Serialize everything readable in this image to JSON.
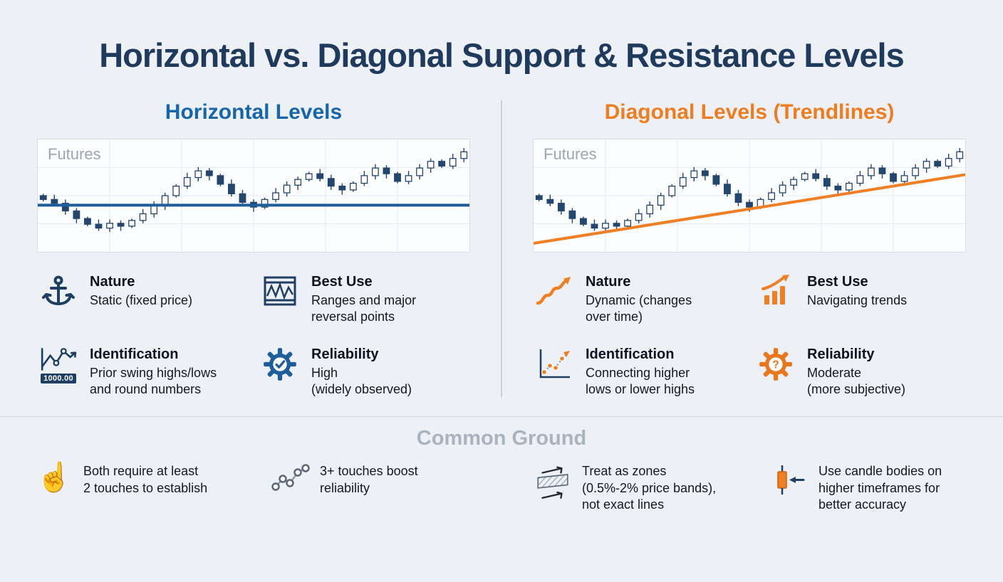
{
  "title": "Horizontal vs. Diagonal Support & Resistance Levels",
  "colors": {
    "navy": "#1e3e63",
    "blue": "#1d5d9b",
    "orange": "#f07e22",
    "header_blue": "#1766ab",
    "header_orange": "#ef7d1f"
  },
  "left": {
    "heading": "Horizontal Levels",
    "features": [
      {
        "icon": "anchor-icon",
        "title": "Nature",
        "desc": "Static (fixed price)"
      },
      {
        "icon": "range-chart-icon",
        "title": "Best Use",
        "desc": "Ranges and major\nreversal points"
      },
      {
        "icon": "swing-levels-icon",
        "icon_label": "1000.00",
        "title": "Identification",
        "desc": "Prior swing highs/lows\nand round numbers"
      },
      {
        "icon": "gear-check-icon",
        "title": "Reliability",
        "desc": "High\n(widely observed)"
      }
    ]
  },
  "right": {
    "heading": "Diagonal Levels (Trendlines)",
    "features": [
      {
        "icon": "trend-arrow-icon",
        "title": "Nature",
        "desc": "Dynamic (changes\nover time)"
      },
      {
        "icon": "bars-arrow-icon",
        "title": "Best Use",
        "desc": "Navigating trends"
      },
      {
        "icon": "dotted-chart-icon",
        "title": "Identification",
        "desc": "Connecting higher\nlows or lower highs"
      },
      {
        "icon": "gear-question-icon",
        "icon_symbol": "?",
        "title": "Reliability",
        "desc": "Moderate\n(more subjective)"
      }
    ]
  },
  "common": {
    "heading": "Common Ground",
    "items": [
      {
        "icon": "tap-hand-icon",
        "glyph": "☝",
        "text": "Both require at least\n2 touches to establish"
      },
      {
        "icon": "touch-points-icon",
        "text": "3+ touches boost\nreliability"
      },
      {
        "icon": "zone-band-icon",
        "text": "Treat as zones\n(0.5%-2% price bands),\nnot exact lines"
      },
      {
        "icon": "candle-body-icon",
        "text": "Use candle bodies on\nhigher timeframes for\nbetter accuracy"
      }
    ]
  },
  "chart_data": [
    {
      "type": "candlestick",
      "panel": "left",
      "label": "Futures",
      "ylim": [
        0,
        100
      ],
      "closes": [
        46,
        42,
        34,
        26,
        20,
        16,
        21,
        18,
        24,
        31,
        40,
        50,
        60,
        69,
        76,
        71,
        62,
        52,
        43,
        38,
        46,
        53,
        61,
        67,
        73,
        68,
        60,
        56,
        63,
        71,
        79,
        73,
        65,
        71,
        79,
        86,
        81,
        89,
        96
      ],
      "overlay": {
        "kind": "horizontal-support",
        "price": 40
      }
    },
    {
      "type": "candlestick",
      "panel": "right",
      "label": "Futures",
      "ylim": [
        0,
        100
      ],
      "closes": [
        46,
        42,
        34,
        26,
        20,
        16,
        21,
        18,
        24,
        31,
        40,
        50,
        60,
        69,
        76,
        71,
        62,
        52,
        43,
        38,
        46,
        53,
        61,
        67,
        73,
        68,
        60,
        56,
        63,
        71,
        79,
        73,
        65,
        71,
        79,
        86,
        81,
        89,
        96
      ],
      "overlay": {
        "kind": "diagonal-trendline",
        "from_price": 0,
        "to_price": 72
      }
    }
  ]
}
